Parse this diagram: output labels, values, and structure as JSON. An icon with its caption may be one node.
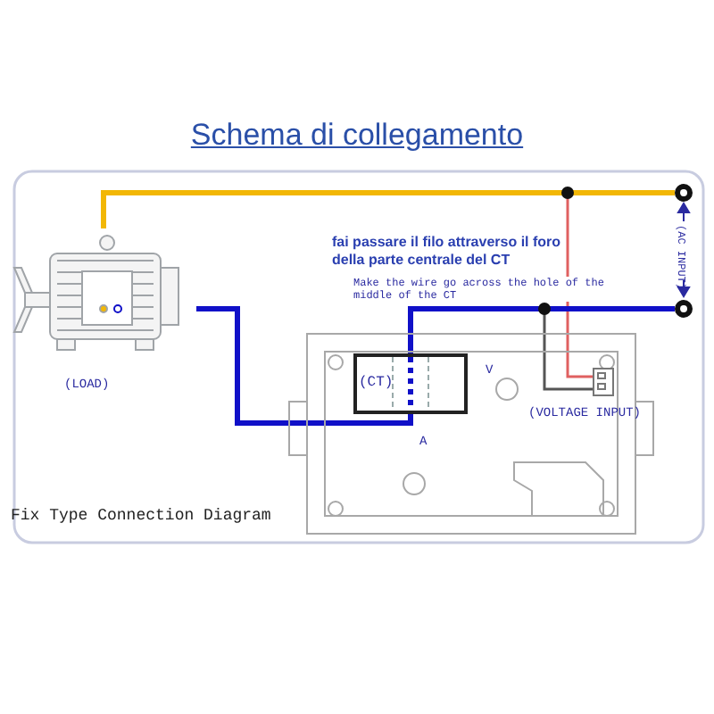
{
  "diagram": {
    "title": "Schema di collegamento",
    "nodes": [
      {
        "text": [],
        "shape": "picture",
        "beside": [
          "(LOAD)"
        ]
      },
      {
        "text": [],
        "shape": "box"
      },
      {
        "text": [
          "(CT)"
        ],
        "in": 1
      },
      {
        "text": [],
        "shape": "box",
        "beside": [
          "(VOLTAGE INPUT)"
        ],
        "in": 1
      },
      {
        "text": [],
        "shape": "circle"
      },
      {
        "text": [],
        "shape": "circle"
      }
    ],
    "edges": [
      {
        "from": 0,
        "to": 4,
        "arrow": "none",
        "color": "#f2b705"
      },
      {
        "from": 0,
        "to": 2,
        "arrow": "none",
        "color": "#1010c8"
      },
      {
        "from": 2,
        "to": 5,
        "arrow": "none",
        "color": "#1010c8"
      },
      {
        "from": 3,
        "to": 4,
        "arrow": "none",
        "color": "#e06060"
      },
      {
        "from": 3,
        "to": 5,
        "arrow": "none",
        "color": "#555555"
      }
    ],
    "labels": [
      "fai passare il filo attraverso il foro della parte centrale del CT",
      "Make the wire go across the hole of the middle of the CT",
      "(AC INPUT)",
      "V",
      "A",
      "Fix Type Connection Diagram"
    ]
  }
}
